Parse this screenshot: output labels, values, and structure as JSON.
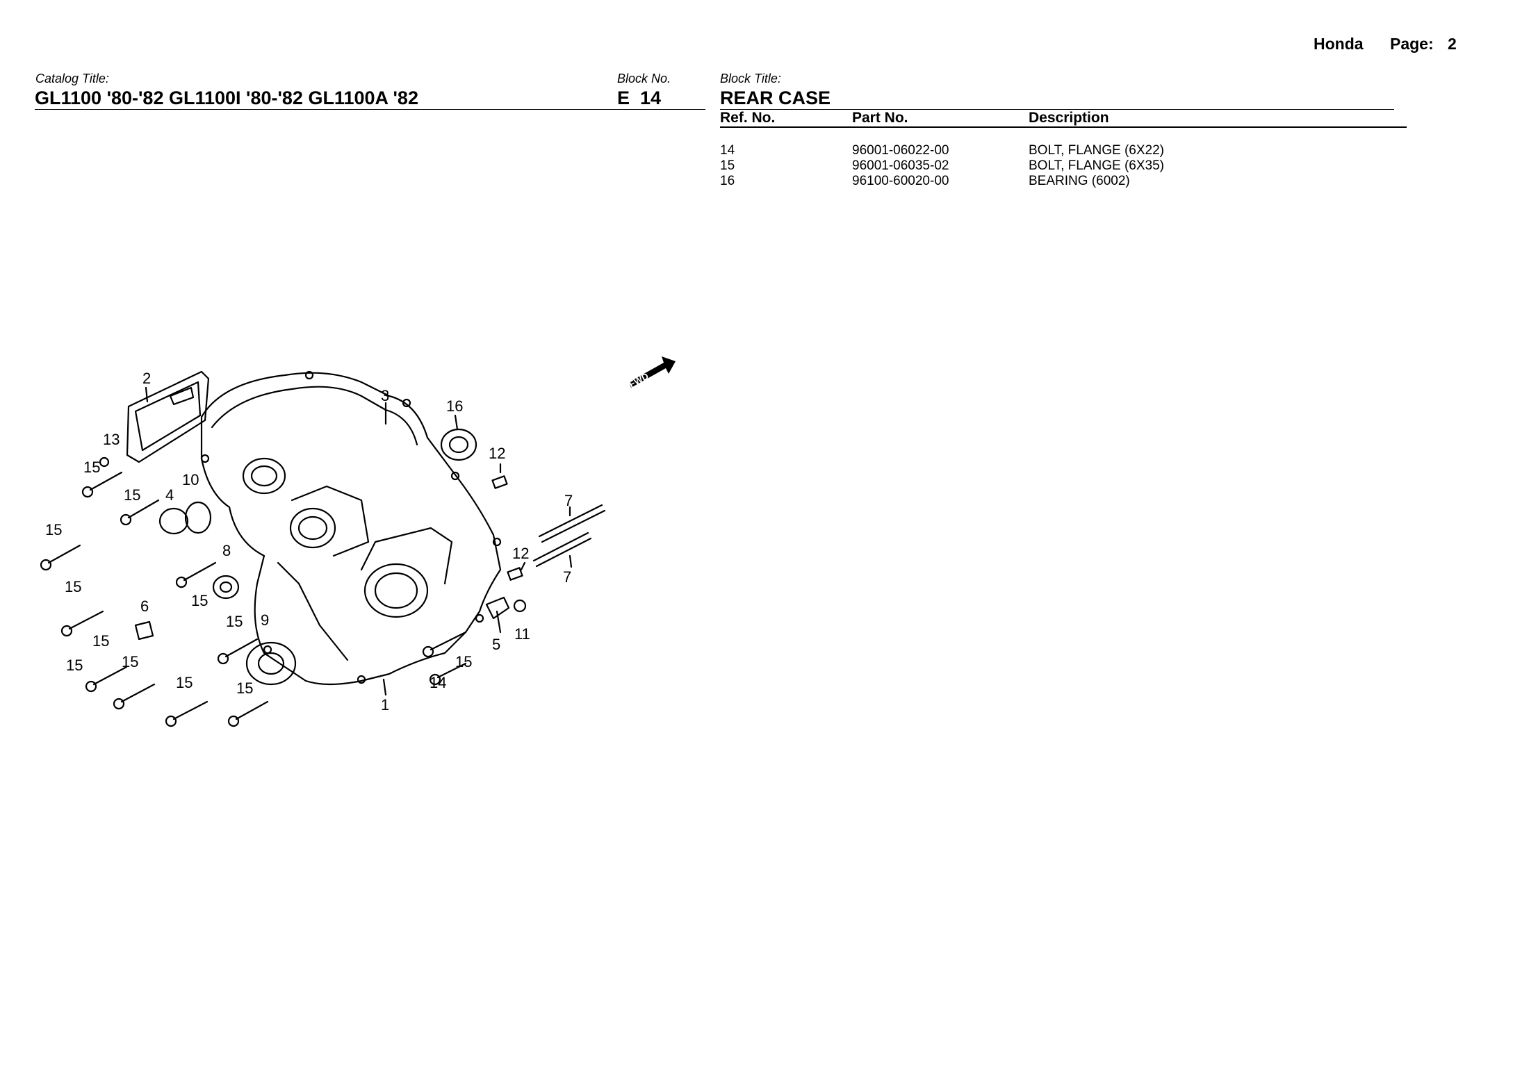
{
  "header": {
    "brand": "Honda",
    "page_label": "Page:",
    "page_number": "2"
  },
  "catalog": {
    "label": "Catalog Title:",
    "title": "GL1100 '80-'82 GL1100I '80-'82 GL1100A '82"
  },
  "block_no": {
    "label": "Block No.",
    "value": "E  14"
  },
  "block_title": {
    "label": "Block Title:",
    "value": "REAR CASE"
  },
  "parts_table": {
    "columns": [
      "Ref. No.",
      "Part No.",
      "Description"
    ],
    "rows": [
      {
        "ref": "14",
        "part": "96001-06022-00",
        "desc": "BOLT, FLANGE (6X22)"
      },
      {
        "ref": "15",
        "part": "96001-06035-02",
        "desc": "BOLT, FLANGE (6X35)"
      },
      {
        "ref": "16",
        "part": "96100-60020-00",
        "desc": "BEARING (6002)"
      }
    ]
  },
  "diagram": {
    "fwd_label": "FWD",
    "callouts": [
      "1",
      "2",
      "3",
      "4",
      "5",
      "6",
      "7",
      "7",
      "8",
      "9",
      "10",
      "11",
      "12",
      "12",
      "13",
      "14",
      "15",
      "15",
      "15",
      "15",
      "15",
      "15",
      "15",
      "15",
      "15",
      "15",
      "15",
      "15",
      "16"
    ]
  }
}
